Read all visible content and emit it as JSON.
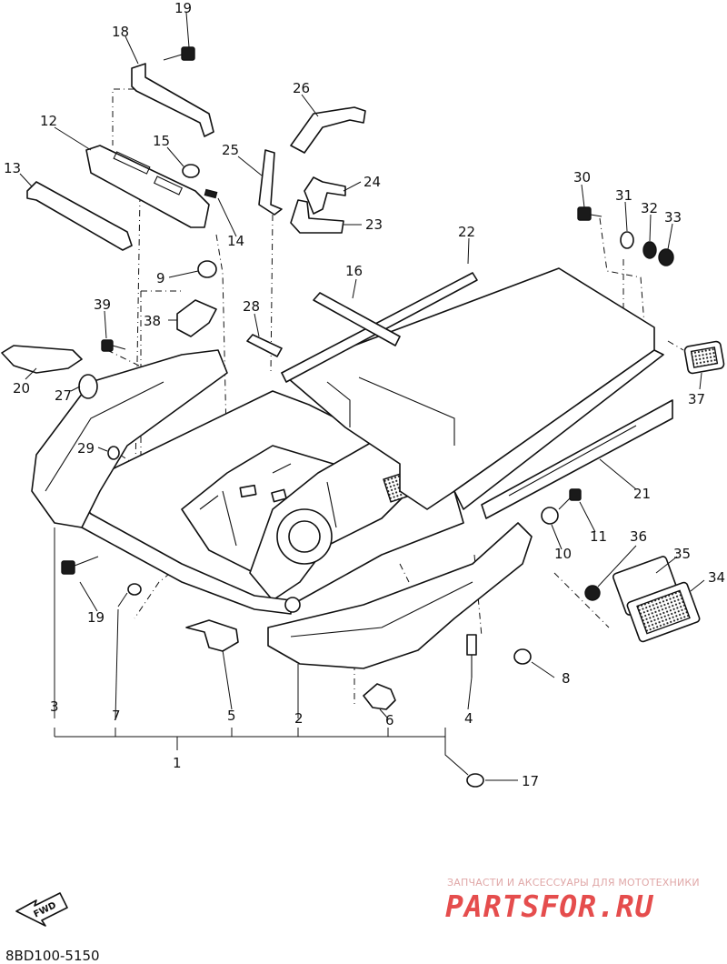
{
  "callouts": [
    {
      "id": "19",
      "label": "19"
    },
    {
      "id": "18",
      "label": "18"
    },
    {
      "id": "26",
      "label": "26"
    },
    {
      "id": "12",
      "label": "12"
    },
    {
      "id": "15",
      "label": "15"
    },
    {
      "id": "25",
      "label": "25"
    },
    {
      "id": "13",
      "label": "13"
    },
    {
      "id": "24",
      "label": "24"
    },
    {
      "id": "30",
      "label": "30"
    },
    {
      "id": "31",
      "label": "31"
    },
    {
      "id": "32",
      "label": "32"
    },
    {
      "id": "33",
      "label": "33"
    },
    {
      "id": "23",
      "label": "23"
    },
    {
      "id": "14",
      "label": "14"
    },
    {
      "id": "22",
      "label": "22"
    },
    {
      "id": "9",
      "label": "9"
    },
    {
      "id": "16",
      "label": "16"
    },
    {
      "id": "28",
      "label": "28"
    },
    {
      "id": "39",
      "label": "39"
    },
    {
      "id": "38",
      "label": "38"
    },
    {
      "id": "37",
      "label": "37"
    },
    {
      "id": "20",
      "label": "20"
    },
    {
      "id": "27",
      "label": "27"
    },
    {
      "id": "29",
      "label": "29"
    },
    {
      "id": "21",
      "label": "21"
    },
    {
      "id": "11",
      "label": "11"
    },
    {
      "id": "10",
      "label": "10"
    },
    {
      "id": "36",
      "label": "36"
    },
    {
      "id": "35",
      "label": "35"
    },
    {
      "id": "34",
      "label": "34"
    },
    {
      "id": "19b",
      "label": "19"
    },
    {
      "id": "7",
      "label": "7"
    },
    {
      "id": "5",
      "label": "5"
    },
    {
      "id": "8",
      "label": "8"
    },
    {
      "id": "3",
      "label": "3"
    },
    {
      "id": "2",
      "label": "2"
    },
    {
      "id": "6",
      "label": "6"
    },
    {
      "id": "4",
      "label": "4"
    },
    {
      "id": "1",
      "label": "1"
    },
    {
      "id": "17",
      "label": "17"
    }
  ],
  "fwd_label": "FWD",
  "catalog_code": "8BD100-5150",
  "watermark": {
    "caption": "ЗАПЧАСТИ И АКСЕССУАРЫ ДЛЯ МОТОТЕХНИКИ",
    "logo_text": "PARTSFOR.RU",
    "color": "#e33a3a"
  },
  "line_color": "#111111",
  "background": "#ffffff"
}
